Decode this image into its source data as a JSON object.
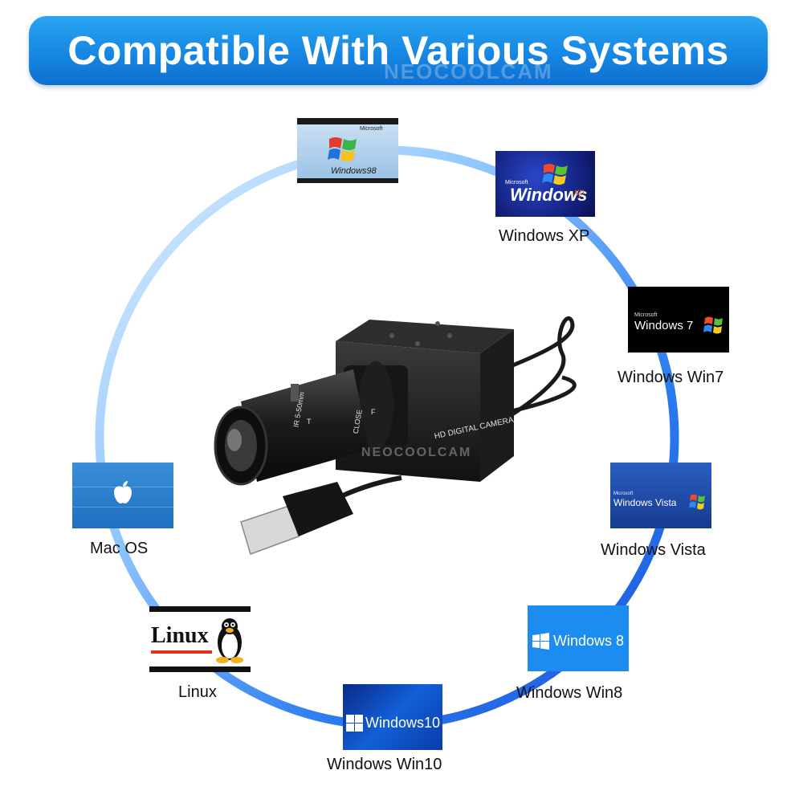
{
  "banner": {
    "title": "Compatible With Various Systems"
  },
  "watermark": "NEOCOOLCAM",
  "camera": {
    "body_label": "HD DIGITAL CAMERA",
    "lens_label_close": "CLOSE",
    "lens_label_ir": "IR 5-50mm",
    "lens_label_t": "T",
    "lens_label_f": "F"
  },
  "systems": [
    {
      "caption": "",
      "logo_text": "Windows98",
      "logo_brand": "Microsoft",
      "icon": "windows98-logo-icon"
    },
    {
      "caption": "Windows XP",
      "logo_text": "Windows",
      "logo_suffix": "xp",
      "logo_brand": "Microsoft",
      "icon": "windows-xp-logo-icon"
    },
    {
      "caption": "Windows Win7",
      "logo_text": "Windows 7",
      "logo_brand": "Microsoft",
      "icon": "windows7-logo-icon"
    },
    {
      "caption": "Windows Vista",
      "logo_text": "Windows Vista",
      "logo_brand": "Microsoft",
      "icon": "windows-vista-logo-icon"
    },
    {
      "caption": "Windows Win8",
      "logo_text": "Windows 8",
      "icon": "windows8-logo-icon"
    },
    {
      "caption": "Windows Win10",
      "logo_text": "Windows10",
      "icon": "windows10-logo-icon"
    },
    {
      "caption": "Linux",
      "logo_text": "Linux",
      "icon": "linux-tux-logo-icon"
    },
    {
      "caption": "Mac OS",
      "logo_text": "",
      "icon": "apple-logo-icon"
    }
  ],
  "colors": {
    "banner": "#1687e3",
    "ring_start": "#dcefff",
    "ring_end": "#1a5fe0",
    "win8_bg": "#1d8cf0"
  }
}
